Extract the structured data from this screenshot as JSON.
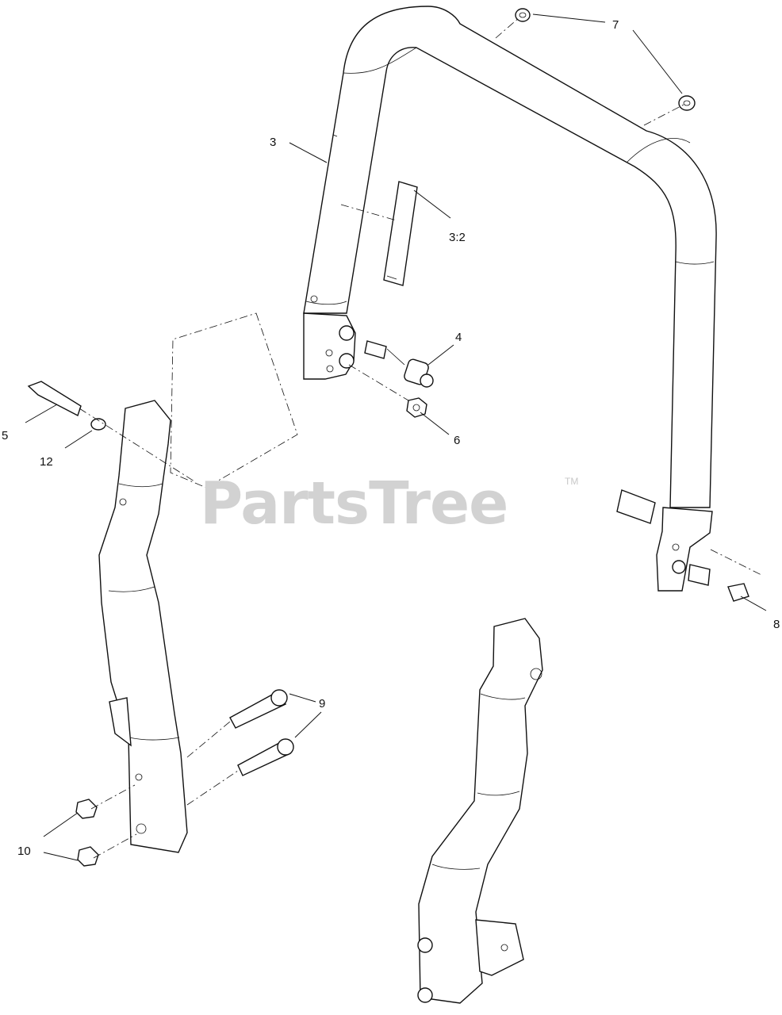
{
  "diagram": {
    "watermark": "PartsTree",
    "watermark_mark": "TM",
    "callouts": [
      {
        "id": "callout-3",
        "label": "3"
      },
      {
        "id": "callout-3-2",
        "label": "3:2"
      },
      {
        "id": "callout-4",
        "label": "4"
      },
      {
        "id": "callout-5",
        "label": "5"
      },
      {
        "id": "callout-6",
        "label": "6"
      },
      {
        "id": "callout-7",
        "label": "7"
      },
      {
        "id": "callout-8",
        "label": "8"
      },
      {
        "id": "callout-9",
        "label": "9"
      },
      {
        "id": "callout-10",
        "label": "10"
      },
      {
        "id": "callout-12",
        "label": "12"
      }
    ]
  }
}
